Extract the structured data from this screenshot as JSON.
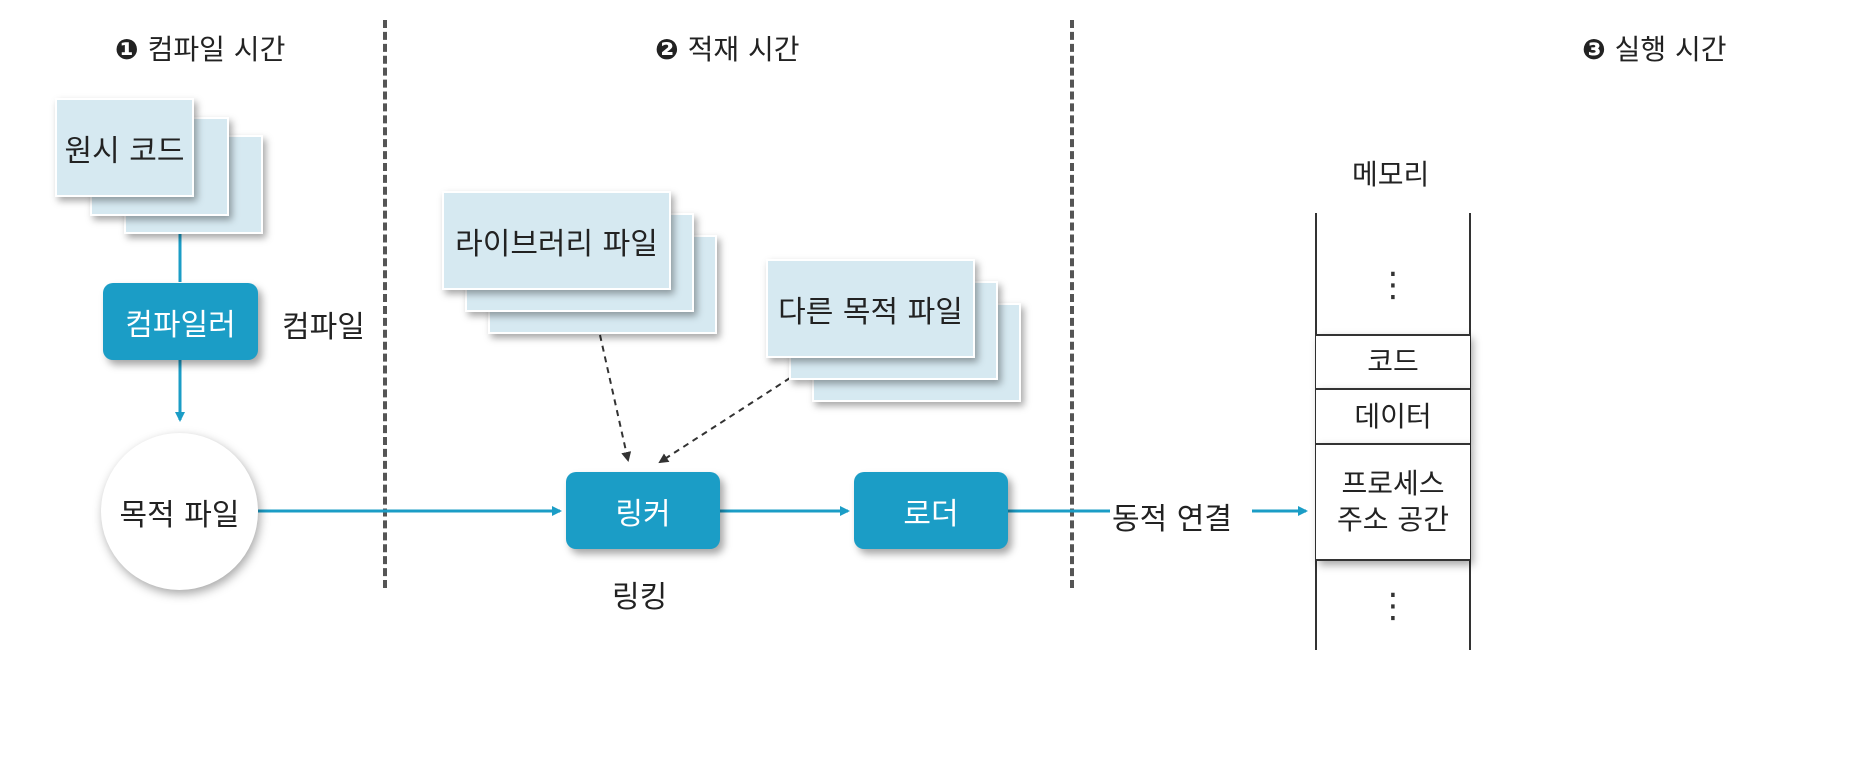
{
  "phases": {
    "compile": {
      "num": "❶",
      "label": "컴파일 시간"
    },
    "load": {
      "num": "❷",
      "label": "적재 시간"
    },
    "run": {
      "num": "❸",
      "label": "실행 시간"
    }
  },
  "compile_stage": {
    "source_code": "원시 코드",
    "compiler": "컴파일러",
    "compile_label": "컴파일",
    "object_file": "목적 파일"
  },
  "load_stage": {
    "library_file": "라이브러리 파일",
    "other_object_file": "다른 목적 파일",
    "linker": "링커",
    "linking_label": "링킹",
    "loader": "로더"
  },
  "run_stage": {
    "dynamic_linking": "동적 연결",
    "memory_title": "메모리",
    "code": "코드",
    "data": "데이터",
    "process_address_space_line1": "프로세스",
    "process_address_space_line2": "주소 공간",
    "ellipsis": "⋮"
  },
  "colors": {
    "accent": "#1b9dc6",
    "doc_fill": "#d6e9f1",
    "separator": "#555555"
  }
}
